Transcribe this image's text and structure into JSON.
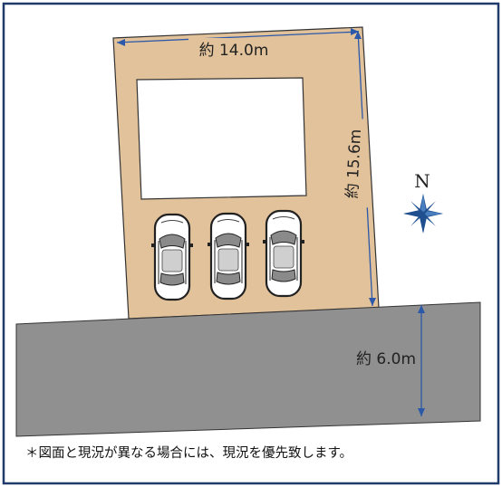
{
  "colors": {
    "frame": "#1f3a6b",
    "lot": "#e2c29a",
    "lot_outline": "#333333",
    "road": "#909090",
    "dimension": "#2b58a8",
    "compass": "#1f4f8f"
  },
  "dimensions": {
    "width_label": "約 14.0m",
    "depth_label": "約 15.6m",
    "road_width_label": "約 6.0m"
  },
  "compass": {
    "north_label": "N",
    "icon": "compass-rose-icon"
  },
  "parking": {
    "car_count": 3,
    "icon": "car-top-view-icon"
  },
  "footnote": "＊図面と現況が異なる場合には、現況を優先致します。"
}
